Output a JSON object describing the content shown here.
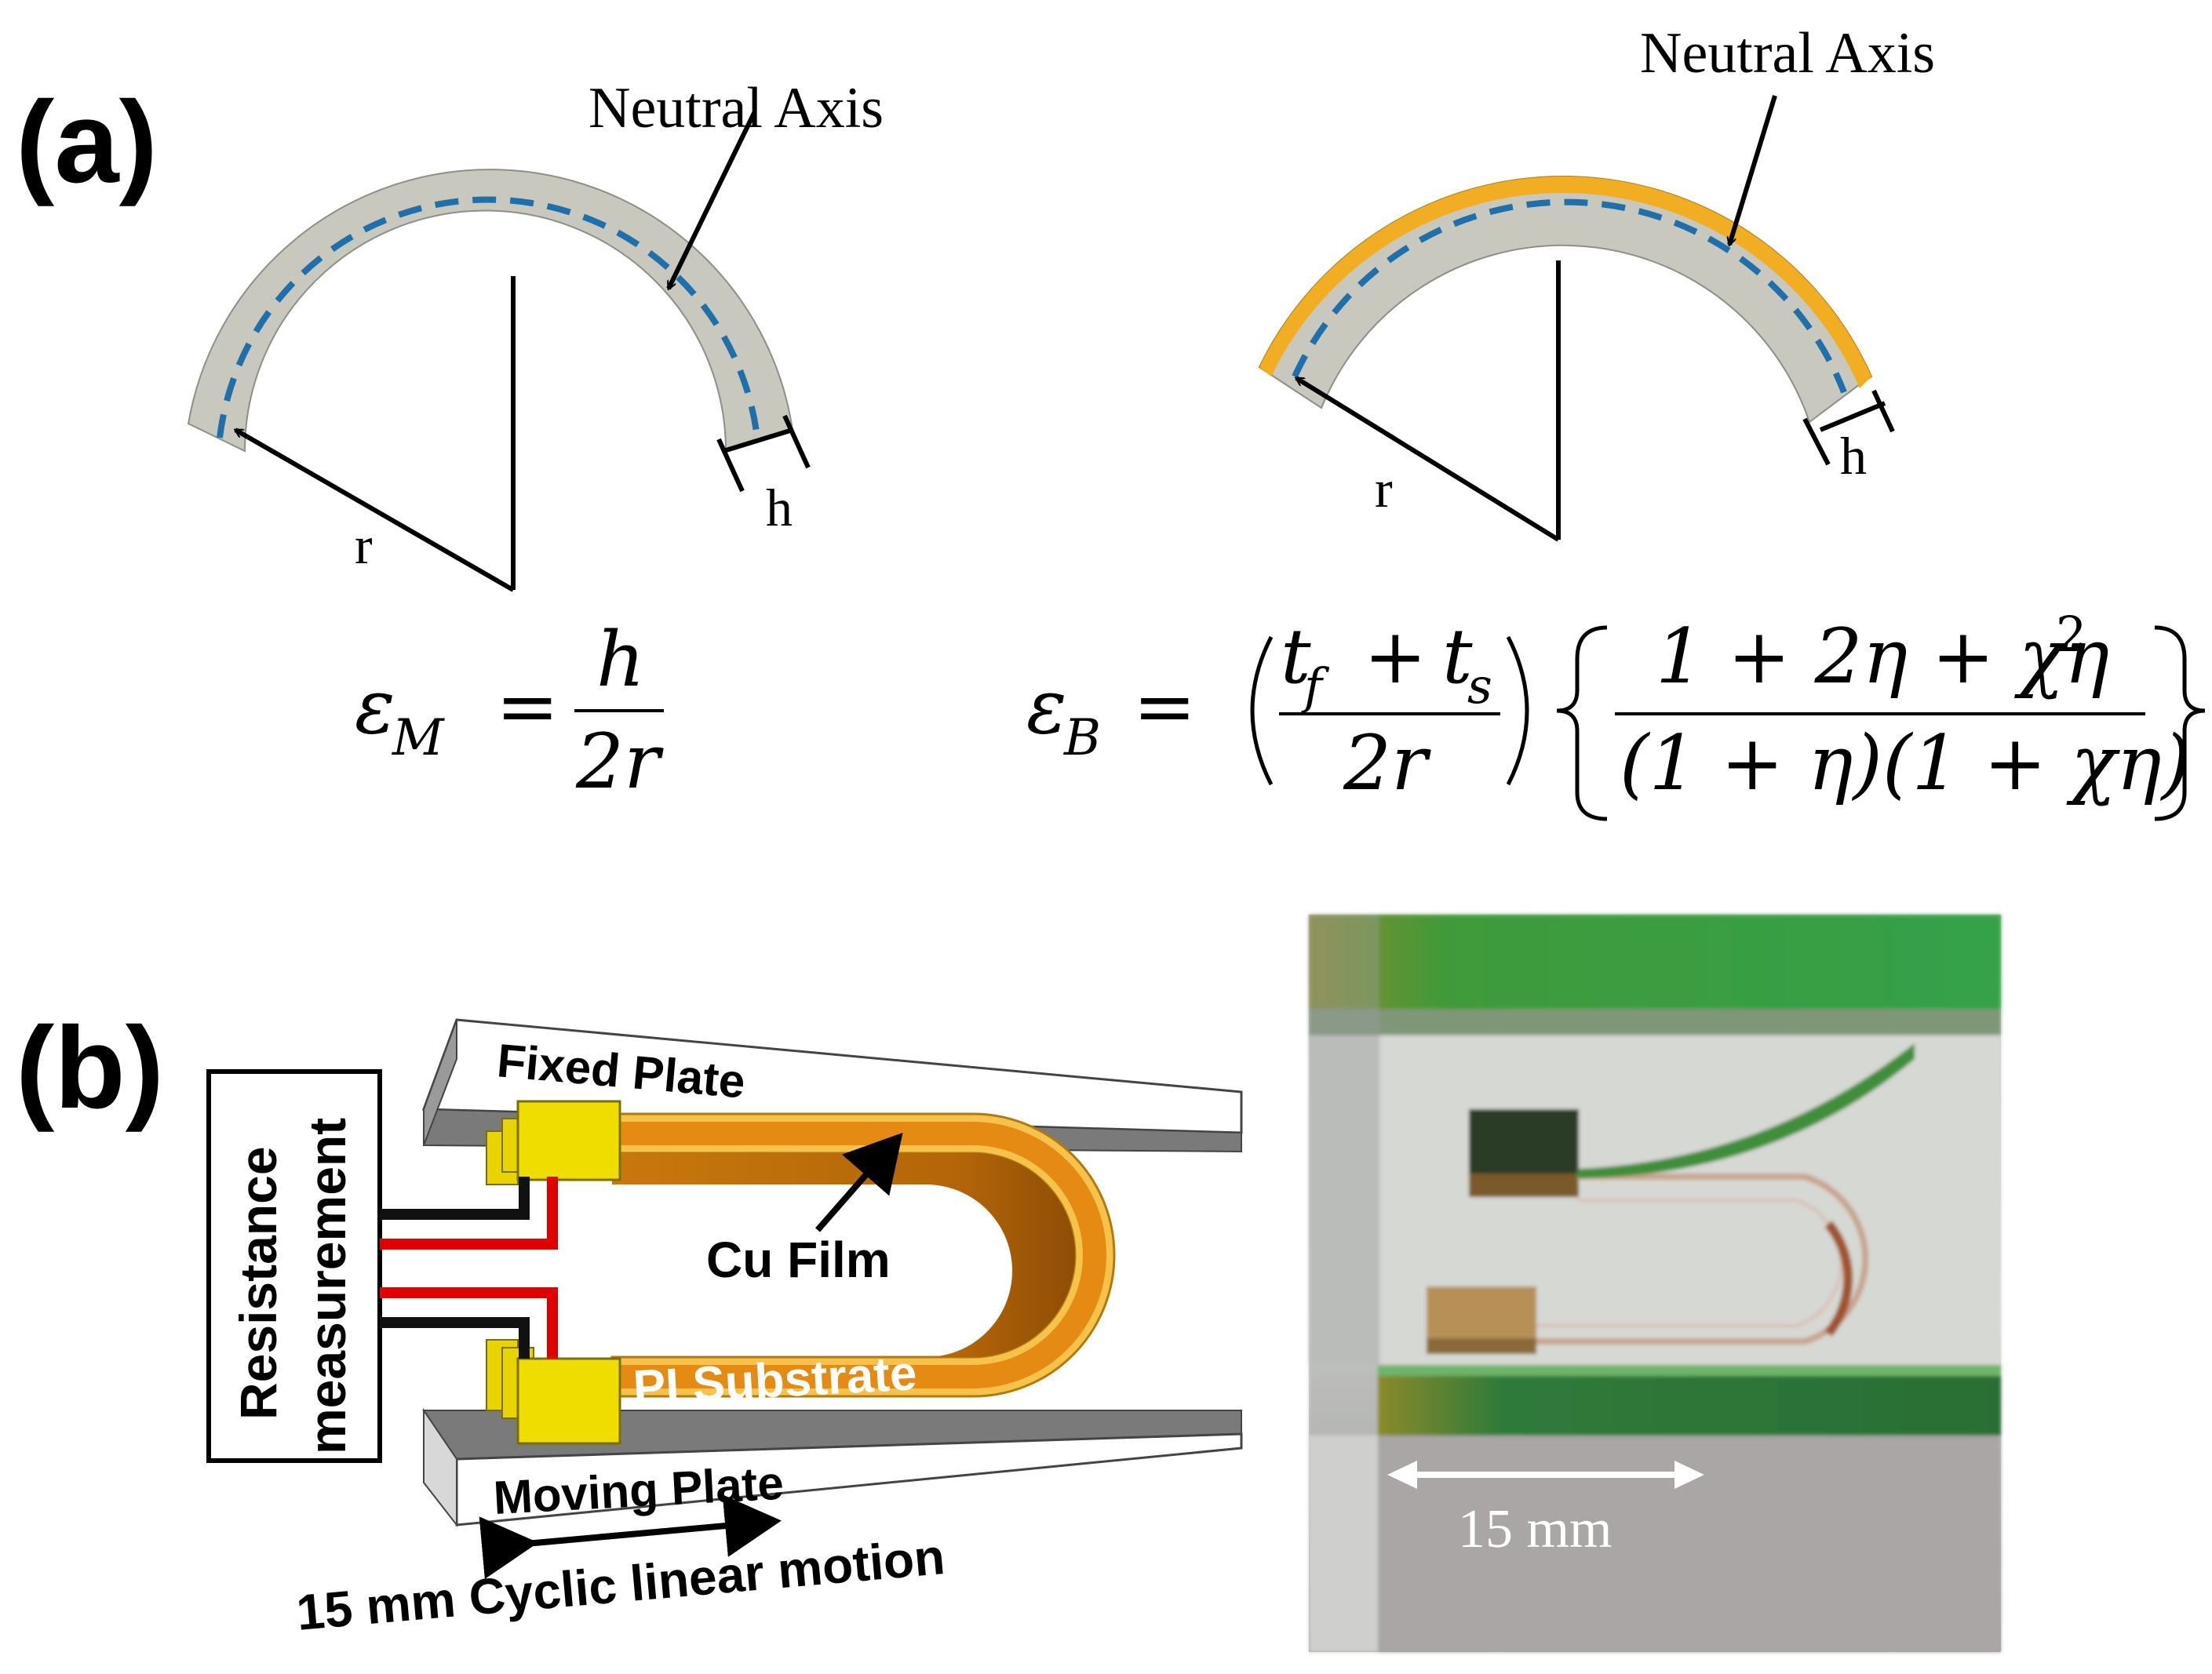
{
  "panel_a": {
    "label": "(a)",
    "left_diagram": {
      "neutral_axis_label": "Neutral Axis",
      "radius_label": "r",
      "thickness_label": "h"
    },
    "right_diagram": {
      "neutral_axis_label": "Neutral Axis",
      "radius_label": "r",
      "thickness_label": "h"
    },
    "equation_monolayer": {
      "lhs_symbol": "ε",
      "lhs_subscript": "M",
      "equals": "=",
      "numerator": "h",
      "denominator": "2r"
    },
    "equation_bilayer": {
      "lhs_symbol": "ε",
      "lhs_subscript": "B",
      "equals": "=",
      "term1_numerator_a": "t",
      "term1_numerator_a_sub": "f",
      "term1_numerator_plus": "+",
      "term1_numerator_b": "t",
      "term1_numerator_b_sub": "s",
      "term1_denominator": "2r",
      "term2_numerator": "1 + 2η + χη",
      "term2_numerator_sup": "2",
      "term2_denominator": "(1 + η)(1 + χη)"
    },
    "colors": {
      "substrate": "#c8c8bf",
      "film": "#f2ae22",
      "neutral_axis": "#1f6faa"
    }
  },
  "panel_b": {
    "label": "(b)",
    "schematic": {
      "resistance_box_line1": "Resistance",
      "resistance_box_line2": "measurement",
      "fixed_plate_label": "Fixed Plate",
      "moving_plate_label": "Moving Plate",
      "cu_film_label": "Cu Film",
      "pi_substrate_label": "PI Substrate",
      "motion_label": "15 mm Cyclic linear motion"
    },
    "photo": {
      "scale_label": "15 mm"
    },
    "colors": {
      "clamp": "#f0dd00",
      "substrate_orange": "#e58a12",
      "film_light": "#f7c24a",
      "wire_red": "#e00000",
      "plate_top": "#ffffff",
      "plate_side": "#808080"
    }
  }
}
